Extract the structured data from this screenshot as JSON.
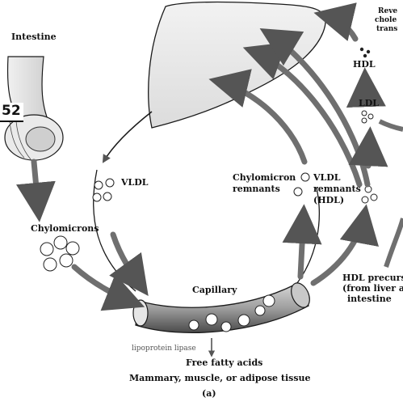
{
  "labels": {
    "intestine": "Intestine",
    "page_badge": "52",
    "chylomicrons": "Chylomicrons",
    "vldl": "VLDL",
    "chylomicron_remnants_1": "Chylomicron",
    "chylomicron_remnants_2": "remnants",
    "vldl_remnants_1": "VLDL",
    "vldl_remnants_2": "remnants",
    "vldl_remnants_3": "(HDL)",
    "capillary": "Capillary",
    "lipoprotein_lipase": "lipoprotein lipase",
    "free_fatty_acids": "Free fatty acids",
    "tissue": "Mammary, muscle, or adipose tissue",
    "panel": "(a)",
    "hdl": "HDL",
    "ldl": "LDL",
    "hdl_precursors_1": "HDL precurs",
    "hdl_precursors_2": "(from liver a",
    "hdl_precursors_3": "intestine",
    "cut_1": "Reve",
    "cut_2": "chole",
    "cut_3": "trans"
  },
  "colors": {
    "ink": "#1a1a1a",
    "liver_fill": "#e9e9e9",
    "capillary_fill": "#bdbdbd",
    "arrow_fill": "#7a7a7a"
  }
}
